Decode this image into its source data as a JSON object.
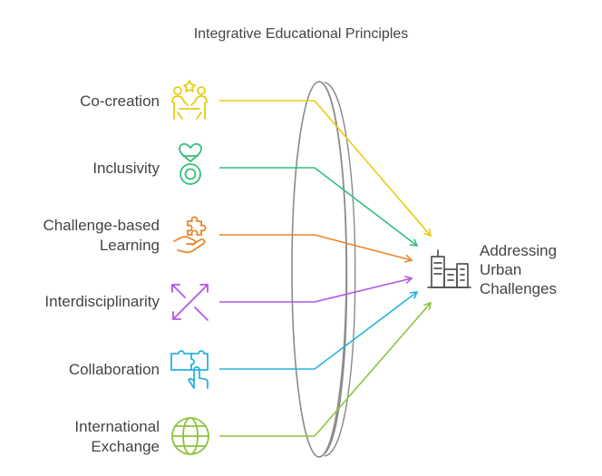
{
  "title": "Integrative Educational Principles",
  "principles": [
    {
      "name": "Co-creation",
      "icon": "co-creation-icon",
      "color": "#e6cd12"
    },
    {
      "name": "Inclusivity",
      "icon": "heart-ring-icon",
      "color": "#33c07a"
    },
    {
      "name": "Challenge-based\nLearning",
      "icon": "puzzle-hand-icon",
      "color": "#e8862a"
    },
    {
      "name": "Interdisciplinarity",
      "icon": "arrows-cross-icon",
      "color": "#b455e6"
    },
    {
      "name": "Collaboration",
      "icon": "puzzle-pointer-icon",
      "color": "#25b3de"
    },
    {
      "name": "International\nExchange",
      "icon": "globe-icon",
      "color": "#8cc43e"
    }
  ],
  "target": {
    "lines": [
      "Addressing",
      "Urban",
      "Challenges"
    ],
    "icon": "city-buildings-icon"
  },
  "lens_color": "#8a8a8a"
}
